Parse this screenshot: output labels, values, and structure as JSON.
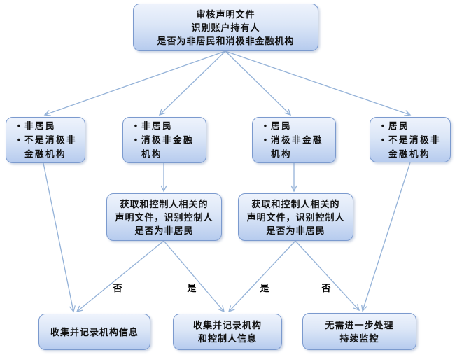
{
  "diagram": {
    "bullet_glyph": "•",
    "nodes": {
      "root": {
        "lines": [
          "审核声明文件",
          "识别账户持有人",
          "是否为非居民和消极非金融机构"
        ]
      },
      "case1": {
        "bullets": [
          "非居民",
          "不是消极非金融机构"
        ]
      },
      "case2": {
        "bullets": [
          "非居民",
          "消极非金融机构"
        ]
      },
      "case3": {
        "bullets": [
          "居民",
          "消极非金融机构"
        ]
      },
      "case4": {
        "bullets": [
          "居民",
          "不是消极非金融机构"
        ]
      },
      "check_left": {
        "lines": [
          "获取和控制人相关的",
          "声明文件，识别控制人",
          "是否为非居民"
        ]
      },
      "check_right": {
        "lines": [
          "获取和控制人相关的",
          "声明文件，识别控制人",
          "是否为非居民"
        ]
      },
      "result1": {
        "lines": [
          "收集并记录机构信息"
        ]
      },
      "result2": {
        "lines": [
          "收集并记录机构",
          "和控制人信息"
        ]
      },
      "result3": {
        "lines": [
          "无需进一步处理",
          "持续监控"
        ]
      }
    },
    "edge_labels": {
      "no_left": "否",
      "yes_left": "是",
      "yes_right": "是",
      "no_right": "否"
    }
  },
  "colors": {
    "node_border": "#7b9ace",
    "node_fill_top": "#eef3fc",
    "node_fill_mid": "#dbe6f7",
    "node_fill_bottom": "#b6cbee",
    "arrow": "#94b2d8",
    "text": "#111111",
    "background": "#ffffff"
  }
}
